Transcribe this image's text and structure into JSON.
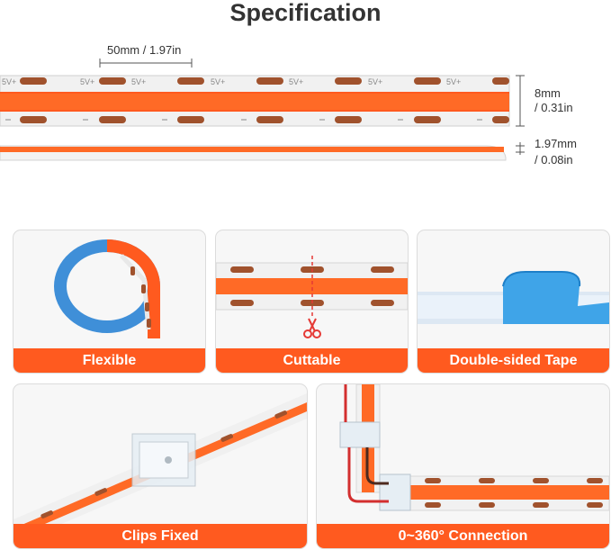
{
  "title": "Specification",
  "dimensions": {
    "segment_length": "50mm / 1.97in",
    "width_line1": "8mm",
    "width_line2": "/ 0.31in",
    "thickness_line1": "1.97mm",
    "thickness_line2": "/ 0.08in"
  },
  "strip_marking": "5V+",
  "features": {
    "flexible": "Flexible",
    "cuttable": "Cuttable",
    "tape": "Double-sided Tape",
    "clips": "Clips Fixed",
    "connection": "0~360° Connection"
  },
  "colors": {
    "accent": "#ff5a1f",
    "pad": "#a0522d",
    "tape": "#3fa4e8",
    "cut_line": "#e53935"
  }
}
